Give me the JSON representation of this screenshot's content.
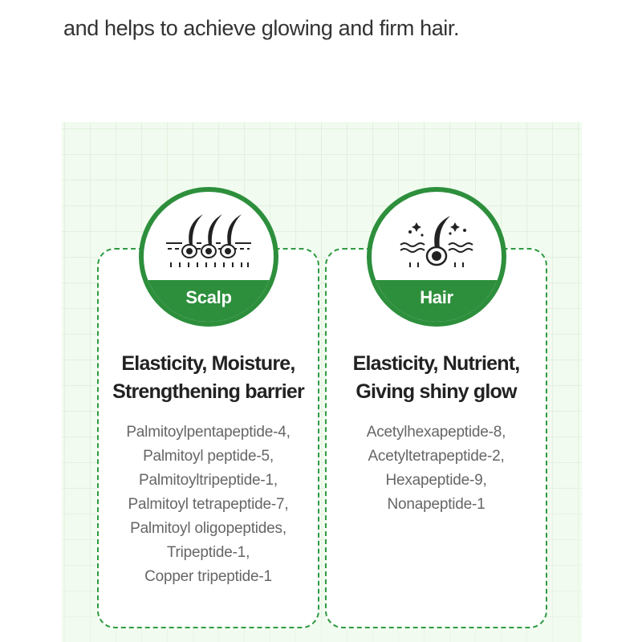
{
  "intro": {
    "text": "and helps to achieve glowing and firm hair."
  },
  "colors": {
    "accent_green": "#2d8f3c",
    "panel_background": "#f1fbef",
    "title_text": "#222222",
    "ingredient_text": "#666666"
  },
  "cards": [
    {
      "label": "Scalp",
      "icon": "scalp-follicles-icon",
      "title_line1": "Elasticity, Moisture,",
      "title_line2": "Strengthening barrier",
      "ingredients": [
        "Palmitoylpentapeptide-4,",
        "Palmitoyl peptide-5,",
        "Palmitoyltripeptide-1,",
        "Palmitoyl tetrapeptide-7,",
        "Palmitoyl oligopeptides,",
        "Tripeptide-1,",
        "Copper tripeptide-1"
      ]
    },
    {
      "label": "Hair",
      "icon": "shiny-hair-follicle-icon",
      "title_line1": "Elasticity, Nutrient,",
      "title_line2": "Giving shiny glow",
      "ingredients": [
        "Acetylhexapeptide-8,",
        "Acetyltetrapeptide-2,",
        "Hexapeptide-9,",
        "Nonapeptide-1"
      ]
    }
  ]
}
